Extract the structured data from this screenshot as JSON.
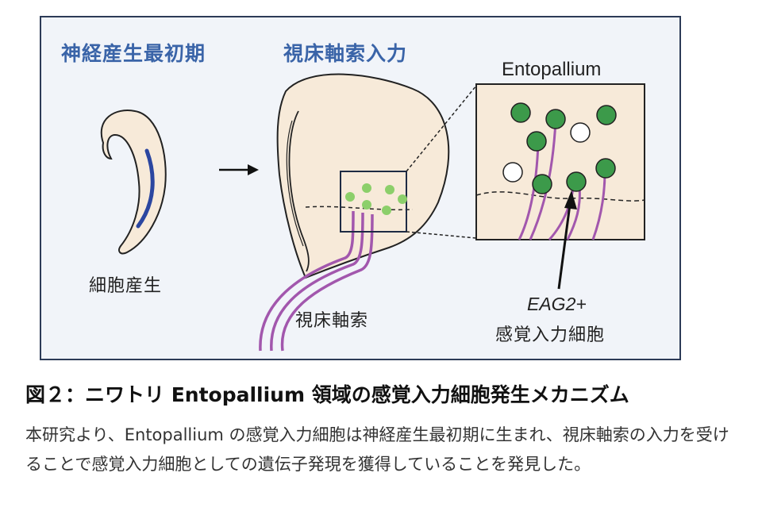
{
  "figure": {
    "stage_early": "神経産生最初期",
    "stage_input": "視床軸索入力",
    "label_proliferation": "細胞産生",
    "label_thalamic_axons": "視床軸索",
    "label_entopallium": "Entopallium",
    "label_eag2": "EAG2+",
    "label_sensory_cells": "感覚入力細胞",
    "colors": {
      "frame": "#2c3b57",
      "panel_bg": "#f1f4f9",
      "tissue": "#f7ead9",
      "tissue_stroke": "#222222",
      "neural_layer": "#2b46a0",
      "axon": "#a257ad",
      "cell_green": "#3c9a4a",
      "cell_light_green": "#8ccf6a",
      "stage_text": "#3a64a8"
    },
    "icons": [
      "right-arrow-icon",
      "pointer-arrow-icon"
    ]
  },
  "caption": {
    "title": "図２：ニワトリ Entopallium 領域の感覚入力細胞発生メカニズム",
    "body": "本研究より、Entopallium の感覚入力細胞は神経産生最初期に生まれ、視床軸索の入力を受けることで感覚入力細胞としての遺伝子発現を獲得していることを発見した。"
  }
}
